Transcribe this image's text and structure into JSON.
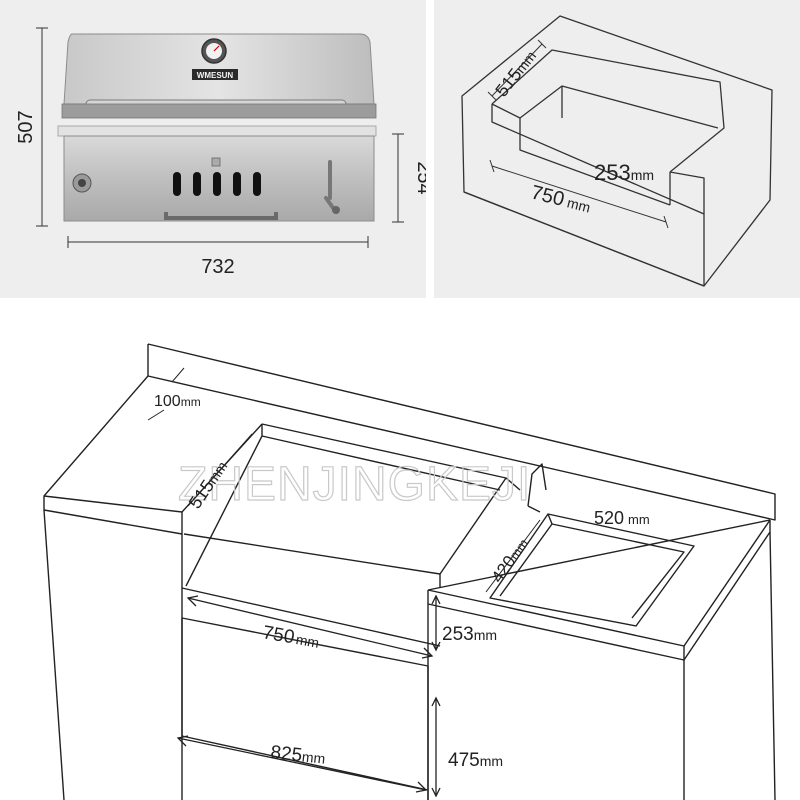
{
  "grill": {
    "brand": "WMESUN",
    "height_label": "507",
    "width_label": "732",
    "base_height_label": "254"
  },
  "cutout": {
    "depth_label": "515",
    "depth_unit": "mm",
    "height_label": "253",
    "height_unit": "mm",
    "width_label": "750",
    "width_unit": "mm"
  },
  "counter": {
    "watermark": "ZHENJINGKEJI",
    "edge_label": "100",
    "edge_unit": "mm",
    "cutout_depth_label": "515",
    "cutout_depth_unit": "mm",
    "cutout_width_label": "750",
    "cutout_width_unit": "mm",
    "cutout_height_label": "253",
    "cutout_height_unit": "mm",
    "sink_width_label": "520",
    "sink_width_unit": "mm",
    "sink_depth_label": "420",
    "sink_depth_unit": "mm",
    "door_width_label": "825",
    "door_width_unit": "mm",
    "door_height_label": "475",
    "door_height_unit": "mm"
  }
}
